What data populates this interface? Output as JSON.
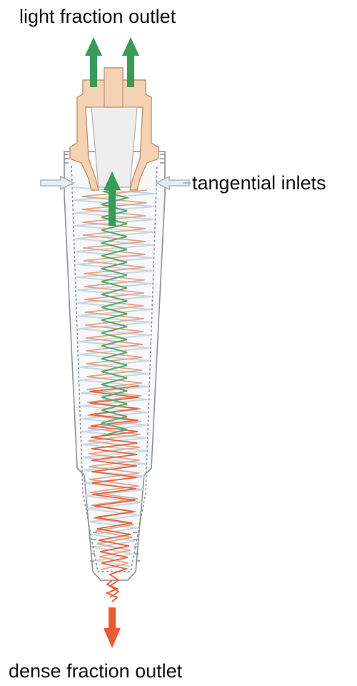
{
  "labels": {
    "light_outlet": "light fraction outlet",
    "inlets": "tangential inlets",
    "dense_outlet": "dense fraction outlet"
  },
  "colors": {
    "light_arrow": "#3a9a57",
    "dense_arrow": "#ea5a34",
    "inlet_arrow": "#a9b6c2",
    "cap": "#f4d2b3",
    "cap_stroke": "#b9946e",
    "body_stroke": "#8c9196",
    "spiral_inner_green": "#5aa86c",
    "spiral_outer": "#e3a58c",
    "spiral_dense": "#e2643f",
    "spiral_light": "#c9d7e2"
  }
}
